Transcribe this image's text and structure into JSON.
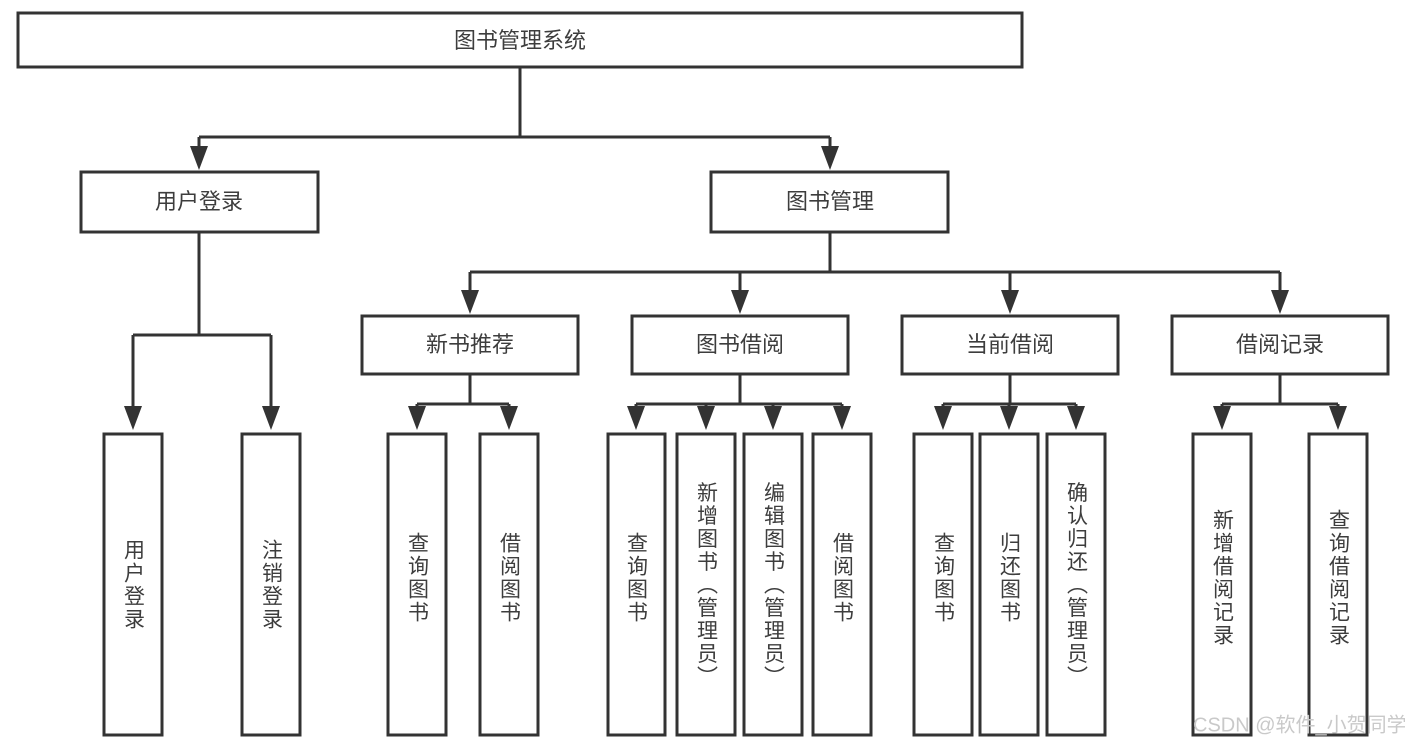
{
  "diagram": {
    "type": "tree",
    "title": "图书管理系统",
    "root": {
      "id": "root",
      "label": "图书管理系统"
    },
    "level2": [
      {
        "id": "user-login",
        "label": "用户登录"
      },
      {
        "id": "book-management",
        "label": "图书管理"
      }
    ],
    "level3": [
      {
        "id": "new-book-recommend",
        "label": "新书推荐",
        "parent": "book-management"
      },
      {
        "id": "book-borrow",
        "label": "图书借阅",
        "parent": "book-management"
      },
      {
        "id": "current-borrow",
        "label": "当前借阅",
        "parent": "book-management"
      },
      {
        "id": "borrow-record",
        "label": "借阅记录",
        "parent": "book-management"
      }
    ],
    "leaves": [
      {
        "id": "leaf-user-login",
        "label": "用户登录",
        "parent": "user-login"
      },
      {
        "id": "leaf-logout-login",
        "label": "注销登录",
        "parent": "user-login"
      },
      {
        "id": "leaf-query-book-1",
        "label": "查询图书",
        "parent": "new-book-recommend"
      },
      {
        "id": "leaf-borrow-book-1",
        "label": "借阅图书",
        "parent": "new-book-recommend"
      },
      {
        "id": "leaf-query-book-2",
        "label": "查询图书",
        "parent": "book-borrow"
      },
      {
        "id": "leaf-add-book",
        "label": "新增图书（管理员）",
        "parent": "book-borrow"
      },
      {
        "id": "leaf-edit-book",
        "label": "编辑图书（管理员）",
        "parent": "book-borrow"
      },
      {
        "id": "leaf-borrow-book-2",
        "label": "借阅图书",
        "parent": "book-borrow"
      },
      {
        "id": "leaf-query-book-3",
        "label": "查询图书",
        "parent": "current-borrow"
      },
      {
        "id": "leaf-return-book",
        "label": "归还图书",
        "parent": "current-borrow"
      },
      {
        "id": "leaf-confirm-return",
        "label": "确认归还（管理员）",
        "parent": "current-borrow"
      },
      {
        "id": "leaf-add-record",
        "label": "新增借阅记录",
        "parent": "borrow-record"
      },
      {
        "id": "leaf-query-record",
        "label": "查询借阅记录",
        "parent": "borrow-record"
      }
    ],
    "colors": {
      "stroke": "#333333",
      "fill": "#ffffff",
      "text": "#3d3d3d",
      "watermark": "#c9c9c9"
    }
  },
  "watermark": {
    "text": "CSDN @软件_小贺同学"
  }
}
